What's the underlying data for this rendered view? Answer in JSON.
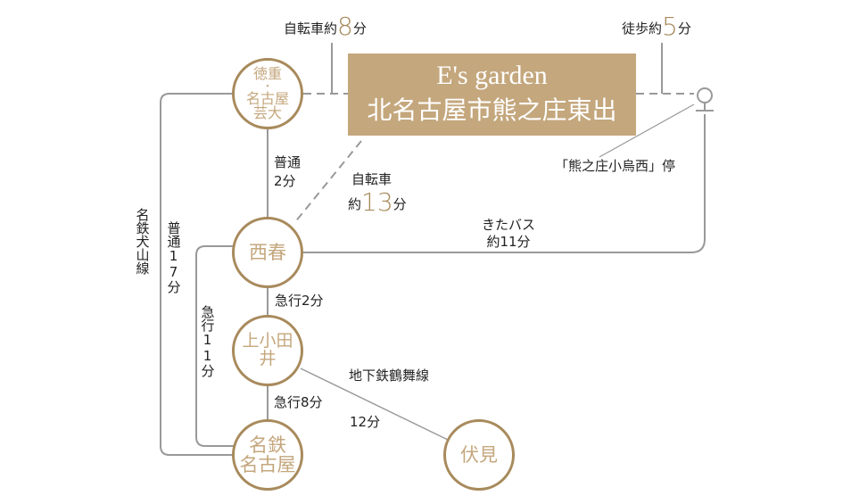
{
  "destination": {
    "name_en": "E's garden",
    "name_jp": "北名古屋市熊之庄東出"
  },
  "stations": {
    "tokushige": "徳重・名古屋芸大",
    "tokushige_lines": [
      "徳重",
      "・",
      "名古屋",
      "芸大"
    ],
    "nishiharu": "西春",
    "kamiotai": "上小田井",
    "meitetsu_nagoya_lines": [
      "名鉄",
      "名古屋"
    ],
    "fushimi": "伏見"
  },
  "bus_stop": {
    "name": "「熊之庄小烏西」停",
    "icon": "bus-stop-icon"
  },
  "labels": {
    "bike_8": {
      "pre": "自転車約",
      "num": "8",
      "post": "分"
    },
    "walk_5": {
      "pre": "徒歩約",
      "num": "5",
      "post": "分"
    },
    "bike_13": {
      "line1": "自転車",
      "pre": "約",
      "num": "13",
      "post": "分"
    },
    "futsu_2": [
      "普通",
      "2分"
    ],
    "bus": [
      "きたバス",
      "約11分"
    ],
    "kyuko_2": "急行2分",
    "kyuko_8": "急行8分",
    "subway": "地下鉄鶴舞線",
    "subway_time": "12分",
    "inuyama_line": "名鉄犬山線",
    "futsu_17": "普通17分",
    "kyuko_11": "急行11分"
  },
  "colors": {
    "gold": "#c4a77d",
    "gold_dark": "#a88a5c",
    "line": "#999999"
  }
}
